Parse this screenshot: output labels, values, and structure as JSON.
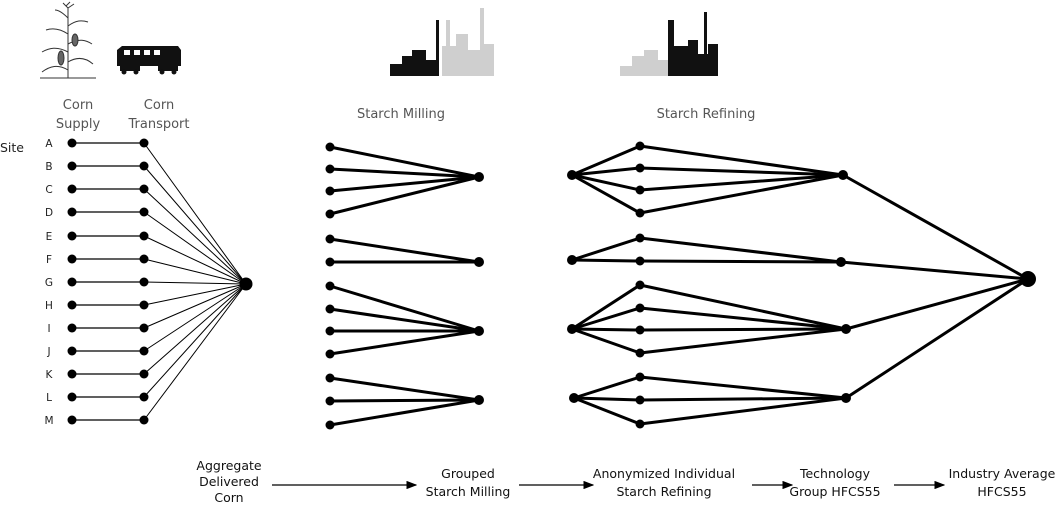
{
  "column_headers": {
    "corn_supply": [
      "Corn",
      "Supply"
    ],
    "corn_transport": [
      "Corn",
      "Transport"
    ],
    "starch_milling": "Starch Milling",
    "starch_refining": "Starch Refining"
  },
  "site_label": "Site",
  "sites": [
    "A",
    "B",
    "C",
    "D",
    "E",
    "F",
    "G",
    "H",
    "I",
    "J",
    "K",
    "L",
    "M"
  ],
  "stages": [
    {
      "lines": [
        "Aggregate",
        "Delivered",
        "Corn"
      ]
    },
    {
      "lines": [
        "Grouped",
        "Starch Milling"
      ]
    },
    {
      "lines": [
        "Anonymized Individual",
        "Starch Refining"
      ]
    },
    {
      "lines": [
        "Technology",
        "Group HFCS55"
      ]
    },
    {
      "lines": [
        "Industry Average",
        "HFCS55"
      ]
    }
  ],
  "icons": [
    "corn-plant-icon",
    "train-locomotive-icon",
    "starch-mill-factory-icon",
    "starch-refinery-factory-icon"
  ],
  "colors": {
    "ink": "#000000",
    "faded": "#cfcfcf"
  }
}
